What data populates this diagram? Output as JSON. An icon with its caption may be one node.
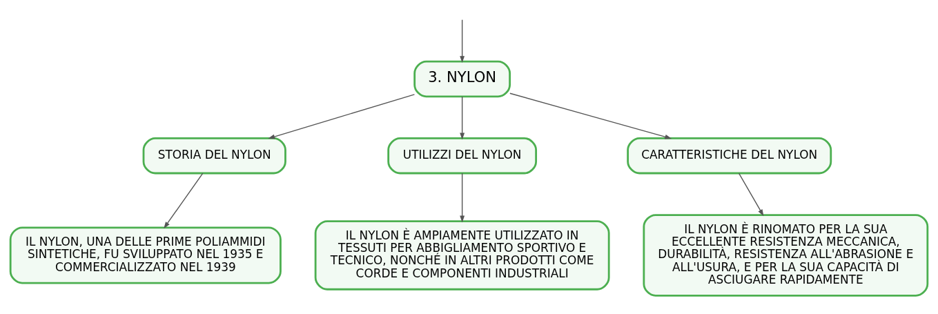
{
  "diagram": {
    "nodes": [
      {
        "text": [
          "3. NYLON"
        ]
      },
      {
        "text": [
          "STORIA DEL NYLON"
        ]
      },
      {
        "text": [
          "UTILIZZI DEL NYLON"
        ]
      },
      {
        "text": [
          "CARATTERISTICHE DEL NYLON"
        ]
      },
      {
        "text": [
          "IL NYLON, UNA DELLE PRIME POLIAMMIDI SINTETICHE, FU SVILUPPATO NEL 1935 E COMMERCIALIZZATO NEL 1939"
        ]
      },
      {
        "text": [
          "IL NYLON È AMPIAMENTE UTILIZZATO IN TESSUTI PER ABBIGLIAMENTO SPORTIVO E TECNICO, NONCHÉ IN ALTRI PRODOTTI COME CORDE E COMPONENTI INDUSTRIALI"
        ]
      },
      {
        "text": [
          "IL NYLON È RINOMATO PER LA SUA ECCELLENTE RESISTENZA MECCANICA, DURABILITÀ, RESISTENZA ALL'ABRASIONE E ALL'USURA, E PER LA SUA CAPACITÀ DI ASCIUGARE RAPIDAMENTE"
        ]
      }
    ],
    "edges": [
      {
        "from": null,
        "to": 0,
        "arrow": "to"
      },
      {
        "from": 0,
        "to": 1,
        "arrow": "to"
      },
      {
        "from": 0,
        "to": 2,
        "arrow": "to"
      },
      {
        "from": 0,
        "to": 3,
        "arrow": "to"
      },
      {
        "from": 1,
        "to": 4,
        "arrow": "to"
      },
      {
        "from": 2,
        "to": 5,
        "arrow": "to"
      },
      {
        "from": 3,
        "to": 6,
        "arrow": "to"
      }
    ]
  }
}
